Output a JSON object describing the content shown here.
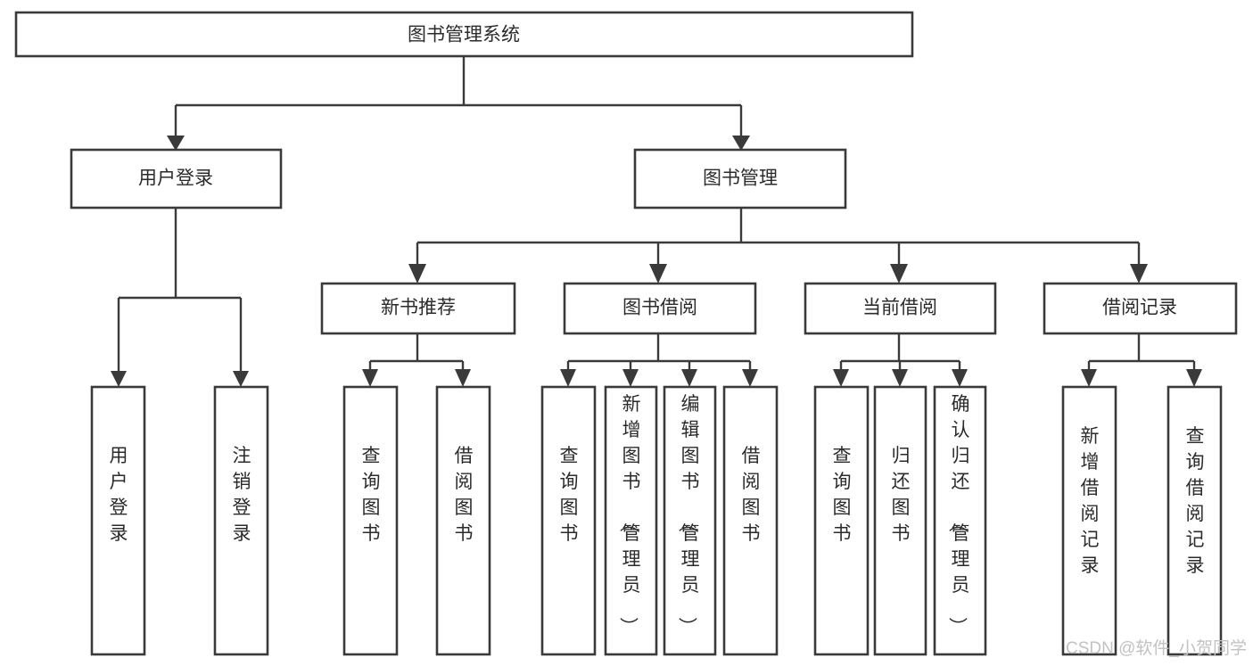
{
  "diagram": {
    "type": "tree-hierarchy-chart",
    "title": "图书管理系统",
    "orientation": "top-down",
    "colors": {
      "box_stroke": "#3a3a3a",
      "box_fill": "#ffffff",
      "connector": "#3a3a3a",
      "text": "#2b2b2b",
      "background": "#ffffff",
      "watermark": "#c2c2c2"
    }
  },
  "nodes": {
    "root": {
      "label": "图书管理系统",
      "level": 0,
      "orientation": "horizontal"
    },
    "l1": [
      {
        "label": "用户登录",
        "level": 1,
        "orientation": "horizontal"
      },
      {
        "label": "图书管理",
        "level": 1,
        "orientation": "horizontal"
      }
    ],
    "l2": [
      {
        "label": "新书推荐",
        "level": 2,
        "orientation": "horizontal"
      },
      {
        "label": "图书借阅",
        "level": 2,
        "orientation": "horizontal"
      },
      {
        "label": "当前借阅",
        "level": 2,
        "orientation": "horizontal"
      },
      {
        "label": "借阅记录",
        "level": 2,
        "orientation": "horizontal"
      }
    ],
    "leaves_user_login": [
      {
        "label": "用户登录",
        "orientation": "vertical"
      },
      {
        "label": "注销登录",
        "orientation": "vertical"
      }
    ],
    "leaves_new_book": [
      {
        "label": "查询图书",
        "orientation": "vertical"
      },
      {
        "label": "借阅图书",
        "orientation": "vertical"
      }
    ],
    "leaves_borrow": [
      {
        "label": "查询图书",
        "orientation": "vertical"
      },
      {
        "label": "新增图书（管理员）",
        "orientation": "vertical"
      },
      {
        "label": "编辑图书（管理员）",
        "orientation": "vertical"
      },
      {
        "label": "借阅图书",
        "orientation": "vertical"
      }
    ],
    "leaves_current": [
      {
        "label": "查询图书",
        "orientation": "vertical"
      },
      {
        "label": "归还图书",
        "orientation": "vertical"
      },
      {
        "label": "确认归还（管理员）",
        "orientation": "vertical"
      }
    ],
    "leaves_record": [
      {
        "label": "新增借阅记录",
        "orientation": "vertical"
      },
      {
        "label": "查询借阅记录",
        "orientation": "vertical"
      }
    ]
  },
  "watermark": {
    "text": "CSDN @软件_小贺同学"
  }
}
